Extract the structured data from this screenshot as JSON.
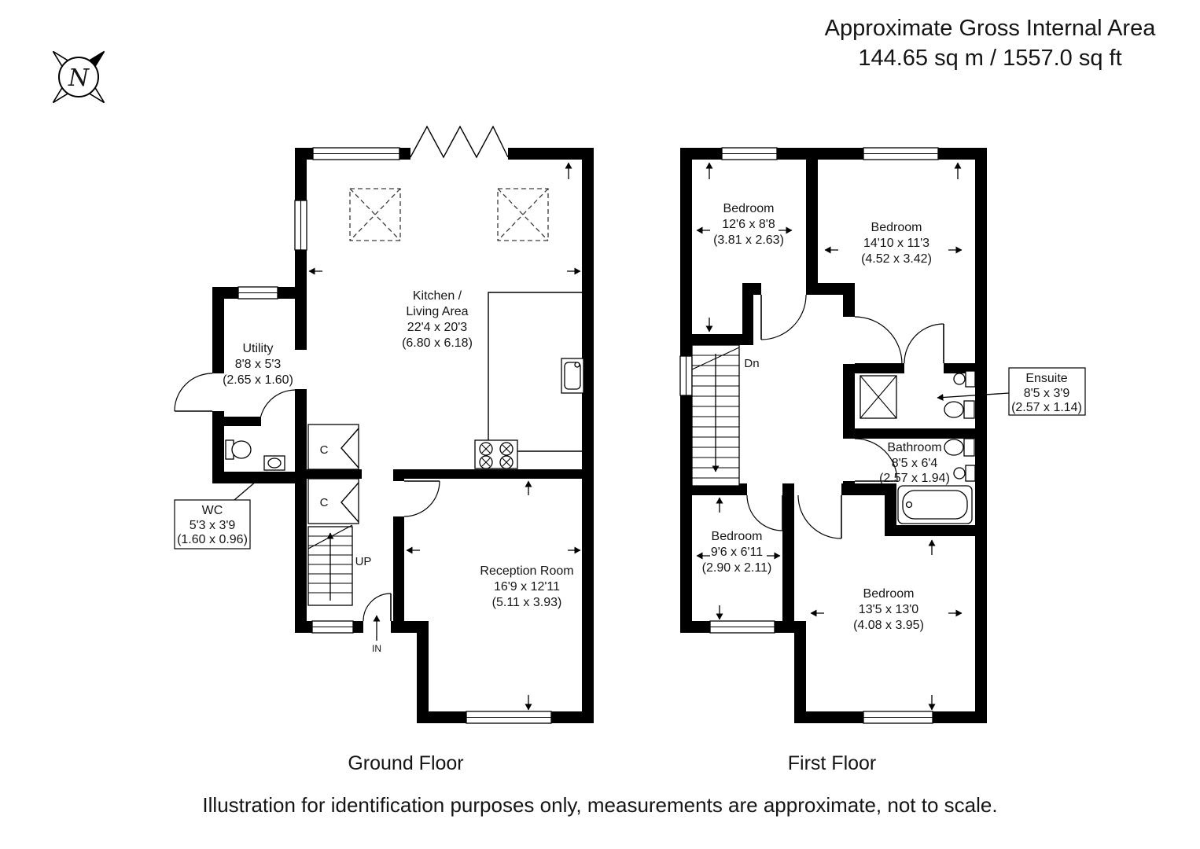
{
  "header": {
    "title": "Approximate Gross Internal Area",
    "area": "144.65 sq m / 1557.0 sq ft"
  },
  "compass": {
    "north": "N"
  },
  "ground_floor": {
    "label": "Ground Floor",
    "kitchen_living": {
      "name_line1": "Kitchen /",
      "name_line2": "Living Area",
      "imperial": "22'4 x 20'3",
      "metric": "(6.80 x 6.18)"
    },
    "utility": {
      "name": "Utility",
      "imperial": "8'8 x 5'3",
      "metric": "(2.65 x 1.60)"
    },
    "wc": {
      "name": "WC",
      "imperial": "5'3 x 3'9",
      "metric": "(1.60 x 0.96)"
    },
    "reception": {
      "name": "Reception Room",
      "imperial": "16'9 x 12'11",
      "metric": "(5.11 x 3.93)"
    },
    "closet1": "C",
    "closet2": "C",
    "stairs": "UP",
    "entrance": "IN"
  },
  "first_floor": {
    "label": "First Floor",
    "bedroom_top_left": {
      "name": "Bedroom",
      "imperial": "12'6 x 8'8",
      "metric": "(3.81 x 2.63)"
    },
    "bedroom_top_right": {
      "name": "Bedroom",
      "imperial": "14'10 x 11'3",
      "metric": "(4.52 x 3.42)"
    },
    "ensuite": {
      "name": "Ensuite",
      "imperial": "8'5 x 3'9",
      "metric": "(2.57 x 1.14)"
    },
    "bathroom": {
      "name": "Bathroom",
      "imperial": "8'5 x 6'4",
      "metric": "(2.57 x 1.94)"
    },
    "bedroom_bottom_left": {
      "name": "Bedroom",
      "imperial": "9'6 x 6'11",
      "metric": "(2.90 x 2.11)"
    },
    "bedroom_bottom_right": {
      "name": "Bedroom",
      "imperial": "13'5 x 13'0",
      "metric": "(4.08 x 3.95)"
    },
    "stairs": "Dn"
  },
  "footer": "Illustration for identification purposes only, measurements are approximate, not to scale.",
  "colors": {
    "wall": "#000000",
    "background": "#ffffff",
    "line": "#000000"
  }
}
